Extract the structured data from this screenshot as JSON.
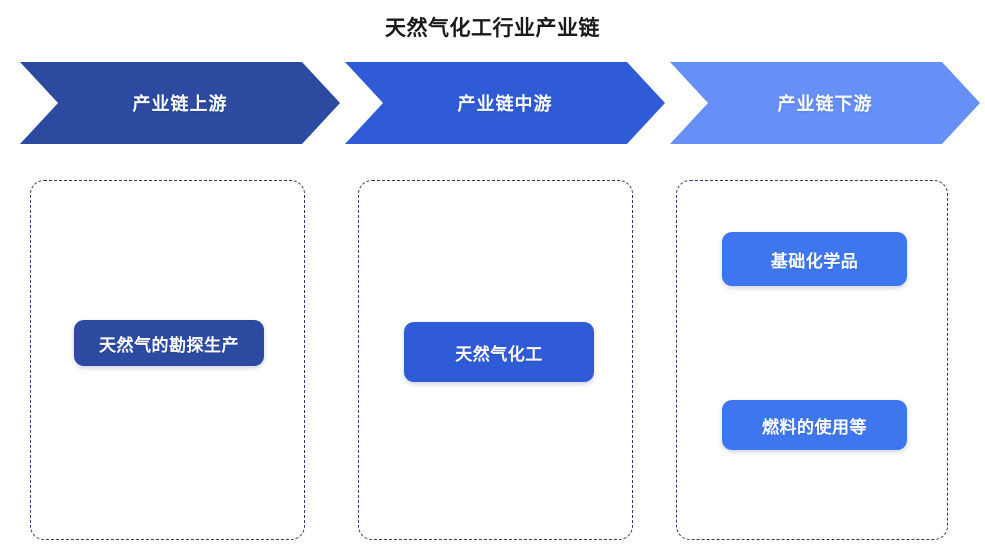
{
  "title": "天然气化工行业产业链",
  "colors": {
    "upstream": "#2B4AA0",
    "midstream": "#2F5BD6",
    "downstream": "#6690F7",
    "downstream_pill": "#3E76F0",
    "dashed_border": "#2b3a67",
    "background": "#FFFFFF",
    "title_text": "#1A1A1A",
    "banner_text": "#FFFFFF"
  },
  "banners": [
    {
      "label": "产业链上游"
    },
    {
      "label": "产业链中游"
    },
    {
      "label": "产业链下游"
    }
  ],
  "columns": [
    {
      "stage": "产业链上游",
      "items": [
        {
          "label": "天然气的勘探生产"
        }
      ]
    },
    {
      "stage": "产业链中游",
      "items": [
        {
          "label": "天然气化工"
        }
      ]
    },
    {
      "stage": "产业链下游",
      "items": [
        {
          "label": "基础化学品"
        },
        {
          "label": "燃料的使用等"
        }
      ]
    }
  ]
}
